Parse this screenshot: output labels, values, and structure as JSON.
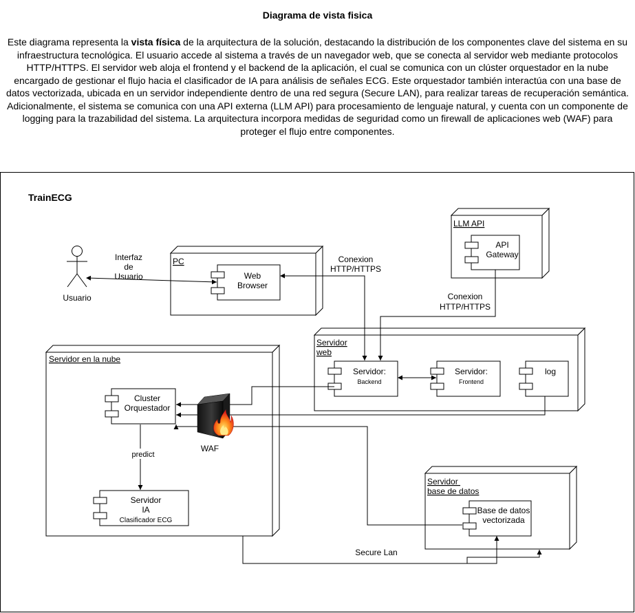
{
  "title": "Diagrama de vista fisica",
  "description": {
    "before": "Este diagrama representa la ",
    "bold": "vista física",
    "after": " de la arquitectura de la solución, destacando la distribución de los componentes clave del sistema en su infraestructura tecnológica. El usuario accede al sistema a través de un navegador web, que se conecta al servidor web mediante protocolos HTTP/HTTPS. El servidor web aloja el frontend y el backend de la aplicación, el cual se comunica con un clúster orquestador en la nube encargado de gestionar el flujo hacia el clasificador de IA para análisis de señales ECG. Este orquestador también interactúa con una base de datos vectorizada, ubicada en un servidor independiente dentro de una red segura (Secure LAN), para realizar tareas de recuperación semántica. Adicionalmente, el sistema se comunica con una API externa (LLM API) para procesamiento de lenguaje natural, y cuenta con un componente de logging para la trazabilidad del sistema. La arquitectura incorpora medidas de seguridad como un firewall de aplicaciones web (WAF) para proteger el flujo entre componentes."
  },
  "diagram": {
    "system_label": "TrainECG",
    "actor": {
      "label": "Usuario"
    },
    "interface_label": [
      "Interfaz",
      "de",
      "Usuario"
    ],
    "nodes": {
      "pc": {
        "label": "PC"
      },
      "llm_api": {
        "label": "LLM API"
      },
      "servidor_web": {
        "label": [
          "Servidor",
          "web"
        ]
      },
      "nube": {
        "label": "Servidor en la nube"
      },
      "bd": {
        "label": [
          "Servidor ",
          "base de datos"
        ]
      }
    },
    "components": {
      "web_browser": [
        "Web",
        "Browser"
      ],
      "api_gateway": [
        "API",
        "Gateway"
      ],
      "backend": {
        "title": "Servidor:",
        "sub": "Backend"
      },
      "frontend": {
        "title": "Servidor:",
        "sub": "Frontend"
      },
      "log": "log",
      "cluster": [
        "Cluster",
        "Orquestador"
      ],
      "ia": {
        "lines": [
          "Servidor",
          "IA"
        ],
        "sub": "Clasificador ECG"
      },
      "vector_db": [
        "Base de datos",
        "vectorizada"
      ]
    },
    "conn_http_1": [
      "Conexion",
      "HTTP/HTTPS"
    ],
    "conn_http_2": [
      "Conexion",
      "HTTP/HTTPS"
    ],
    "predict_label": "predict",
    "waf_label": "WAF",
    "secure_lan_label": "Secure Lan"
  }
}
